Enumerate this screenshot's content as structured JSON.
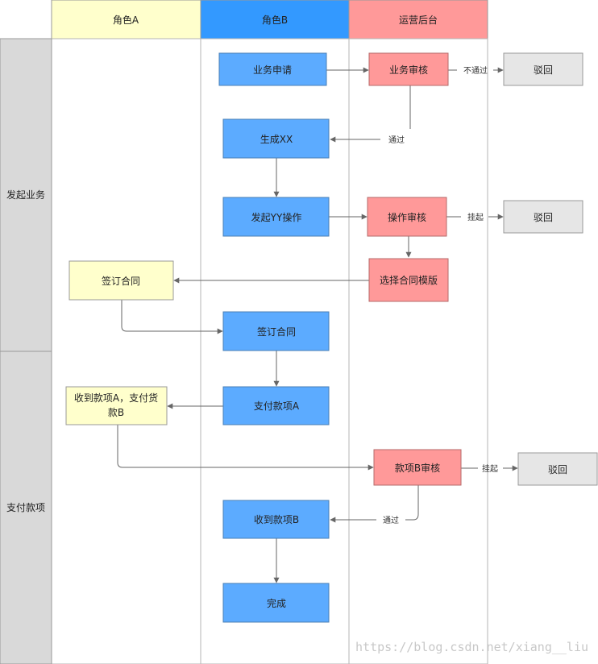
{
  "lanes": {
    "role_a": "角色A",
    "role_b": "角色B",
    "ops": "运营后台"
  },
  "phases": {
    "initiate": "发起业务",
    "pay": "支付款项"
  },
  "nodes": {
    "apply": "业务申请",
    "review": "业务审核",
    "reject1": "驳回",
    "gen": "生成XX",
    "op_yy": "发起YY操作",
    "op_review": "操作审核",
    "reject2": "驳回",
    "sign_a": "签订合同",
    "template": "选择合同模版",
    "sign_b": "签订合同",
    "pay_a": "支付款项A",
    "recv_a_line1": "收到款项A，支付货",
    "recv_a_line2": "款B",
    "review_b": "款项B审核",
    "reject3": "驳回",
    "recv_b": "收到款项B",
    "done": "完成"
  },
  "edge_labels": {
    "not_pass": "不通过",
    "pass1": "通过",
    "hold1": "挂起",
    "hold2": "挂起",
    "pass2": "通过"
  },
  "watermark": "https://blog.csdn.net/xiang__liu",
  "colors": {
    "role_a_header": "#ffffcc",
    "role_b_header": "#3399ff",
    "ops_header": "#ff9999",
    "blue_node": "#5cabff",
    "red_node": "#ff9999",
    "yellow_node": "#ffffcc",
    "gray_node": "#e6e6e6",
    "phase_col": "#d9d9d9"
  }
}
